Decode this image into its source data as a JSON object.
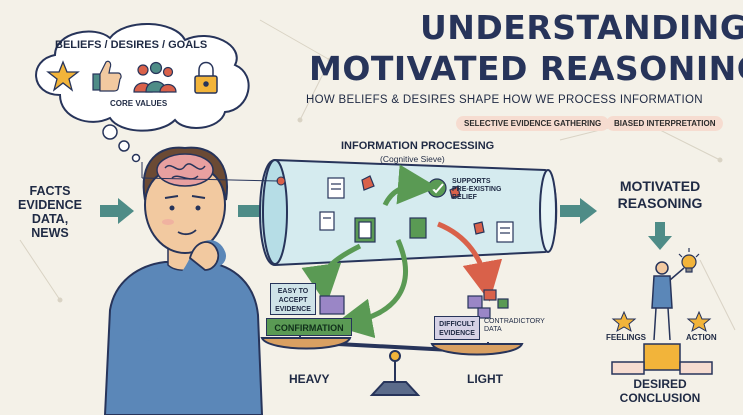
{
  "title": {
    "line1": "UNDERSTANDING",
    "line2": "MOTIVATED REASONING"
  },
  "subtitle": "HOW BELIEFS & DESIRES SHAPE HOW WE PROCESS INFORMATION",
  "tags": [
    "SELECTIVE EVIDENCE GATHERING",
    "BIASED INTERPRETATION"
  ],
  "cloud": {
    "heading": "BELIEFS / DESIRES / GOALS",
    "caption": "CORE VALUES",
    "icons": [
      "star-icon",
      "thumbs-up-icon",
      "people-icon",
      "lock-icon"
    ]
  },
  "inputs": {
    "line1": "FACTS",
    "line2": "EVIDENCE",
    "line3": "DATA,",
    "line4": "NEWS"
  },
  "processing": {
    "title": "INFORMATION PROCESSING",
    "subtitle": "(Cognitive Sieve)"
  },
  "supports": {
    "line1": "SUPPORTS",
    "line2": "PRE-EXISTING",
    "line3": "BELIEF"
  },
  "scale": {
    "left": {
      "box_line1": "EASY TO",
      "box_line2": "ACCEPT",
      "box_line3": "EVIDENCE",
      "label": "CONFIRMATION",
      "weight": "HEAVY"
    },
    "right": {
      "box_line1": "DIFFICULT",
      "box_line2": "EVIDENCE",
      "note_line1": "CONTRADICTORY",
      "note_line2": "DATA",
      "weight": "LIGHT"
    }
  },
  "outcome": {
    "line1": "MOTIVATED",
    "line2": "REASONING",
    "left_label": "FEELINGS",
    "right_label": "ACTION",
    "conclusion_line1": "DESIRED",
    "conclusion_line2": "CONCLUSION"
  },
  "colors": {
    "navy": "#27345a",
    "green": "#5a9a54",
    "teal": "#4e8c87",
    "orange": "#d9614a",
    "gold": "#f2b43a",
    "tag_bg": "#f6dcd0"
  }
}
